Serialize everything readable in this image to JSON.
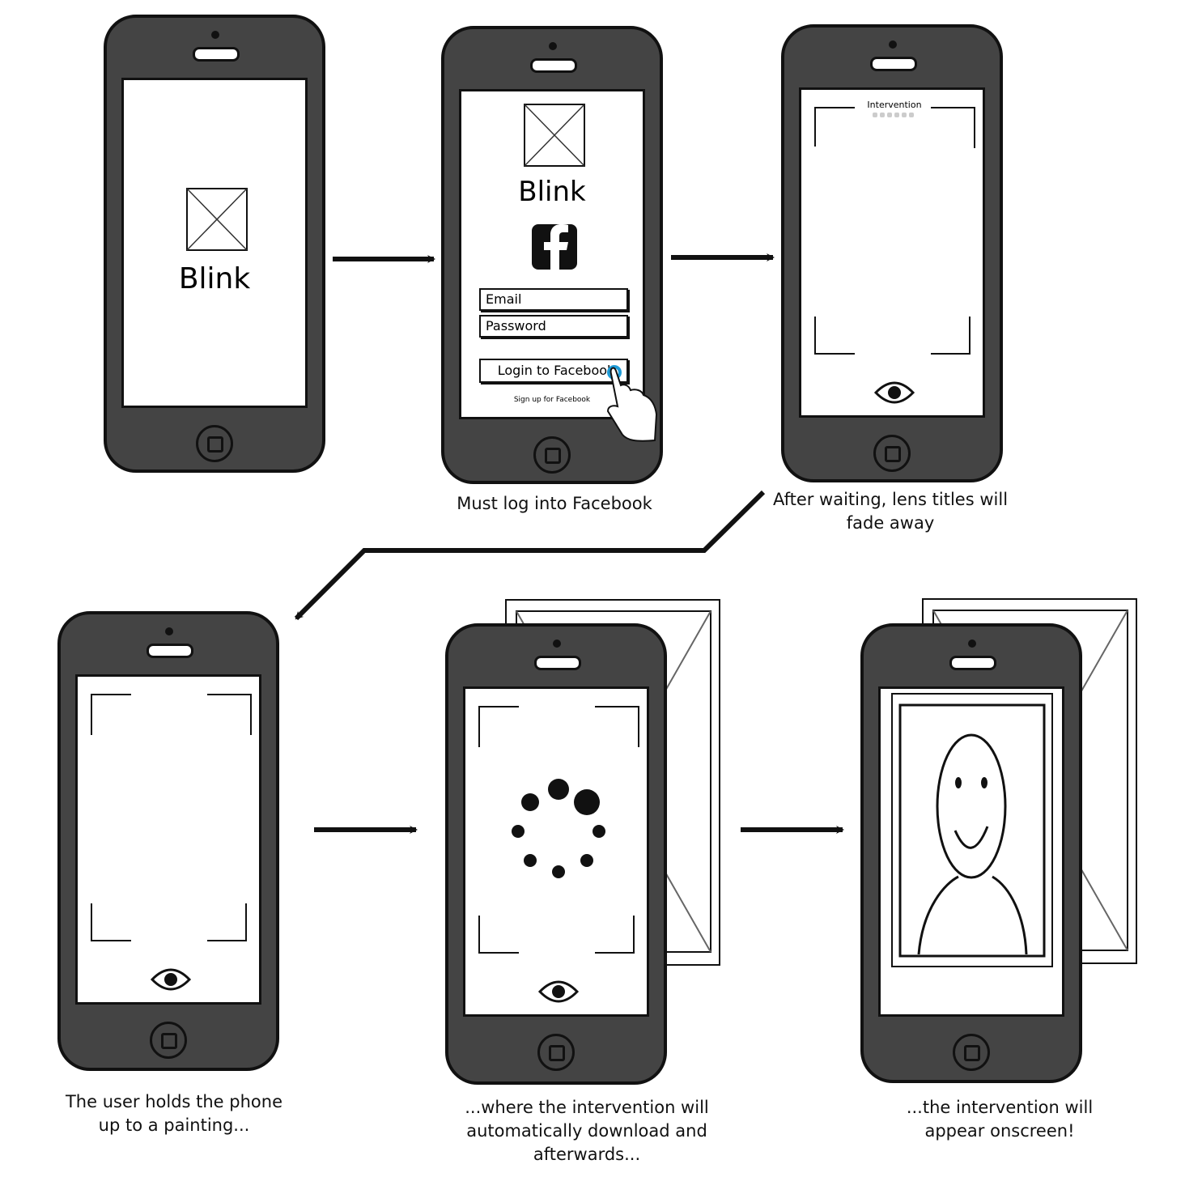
{
  "app_name": "Blink",
  "login": {
    "email_placeholder": "Email",
    "password_placeholder": "Password",
    "login_button": "Login to Facebook",
    "signup_link": "Sign up for Facebook"
  },
  "lens": {
    "title": "Intervention"
  },
  "captions": {
    "step2": "Must log into Facebook",
    "step3": "After waiting, lens titles will fade away",
    "step4": "The user holds the phone up to a painting...",
    "step5": "...where the intervention will automatically download and afterwards...",
    "step6": "...the intervention will appear onscreen!"
  },
  "colors": {
    "phone_body": "#444444",
    "outline": "#111111",
    "touch_highlight": "#1e9bd7",
    "facebook": "#111111"
  }
}
